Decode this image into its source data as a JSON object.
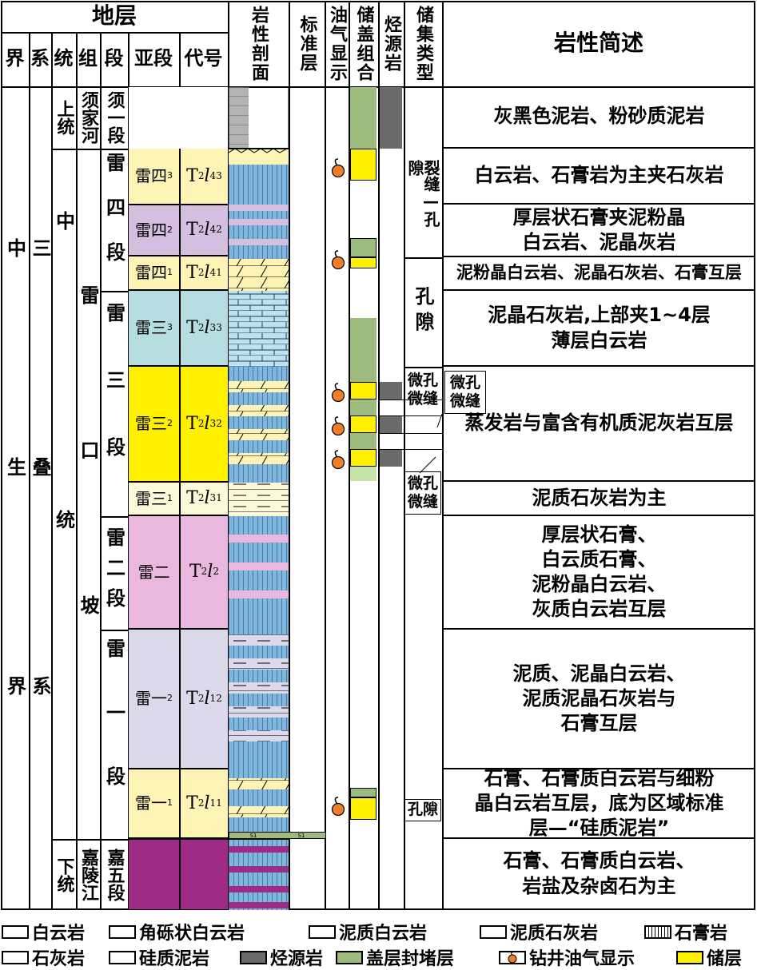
{
  "header": {
    "strata": "地层",
    "cols": [
      "界",
      "系",
      "统",
      "组",
      "段",
      "亚段",
      "代号"
    ],
    "lith_profile": "岩性剖面",
    "marker": "标准层",
    "oil_show": "油气显示",
    "res_cap": "储盖组合",
    "source": "烃源岩",
    "res_type": "储集类型",
    "lith_desc": "岩性简述"
  },
  "era": "中生界",
  "system": "三叠系",
  "series_mid": "中统",
  "series_upper": "上统",
  "series_lower": "下统",
  "formation_lk": "雷口坡",
  "formation_xjh": "须家河",
  "formation_jlj": "嘉陵江",
  "members": {
    "xu1": "须一段",
    "lei4": "雷四段",
    "lei3": "雷三段",
    "lei2": "雷二段",
    "lei1": "雷一段",
    "jia5": "嘉五段"
  },
  "submembers": [
    {
      "name": "雷四",
      "sup": "3",
      "code_sub": "4",
      "code_sup": "3"
    },
    {
      "name": "雷四",
      "sup": "2",
      "code_sub": "4",
      "code_sup": "2"
    },
    {
      "name": "雷四",
      "sup": "1",
      "code_sub": "4",
      "code_sup": "1"
    },
    {
      "name": "雷三",
      "sup": "3",
      "code_sub": "3",
      "code_sup": "3"
    },
    {
      "name": "雷三",
      "sup": "2",
      "code_sub": "3",
      "code_sup": "2"
    },
    {
      "name": "雷三",
      "sup": "1",
      "code_sub": "3",
      "code_sup": "1"
    },
    {
      "name": "雷二",
      "sup": "",
      "code_sub": "2",
      "code_sup": ""
    },
    {
      "name": "雷一",
      "sup": "2",
      "code_sub": "1",
      "code_sup": "2"
    },
    {
      "name": "雷一",
      "sup": "1",
      "code_sub": "1",
      "code_sup": "1"
    }
  ],
  "code_prefix": "T",
  "code_prefix_sub": "2",
  "code_letter": "l",
  "reservoir_types": {
    "fracture_pore": "裂缝—孔隙",
    "pore": "孔隙",
    "micro1": "微孔微缝",
    "micro2": "微孔微缝",
    "micro3": "微孔微缝",
    "pore2": "孔隙"
  },
  "marker_label": "S1",
  "descriptions": [
    "灰黑色泥岩、粉砂质泥岩",
    "白云岩、石膏岩为主夹石灰岩",
    "厚层状石膏夹泥粉晶\n白云岩、泥晶灰岩",
    "泥粉晶白云岩、泥晶石灰岩、石膏互层",
    "泥晶石灰岩,上部夹1~4层\n薄层白云岩",
    "蒸发岩与富含有机质泥灰岩互层",
    "泥质石灰岩为主",
    "厚层状石膏、\n白云质石膏、\n泥粉晶白云岩、\n灰质白云岩互层",
    "泥质、泥晶白云岩、\n泥质泥晶石灰岩与\n石膏互层",
    "石膏、石膏质白云岩与细粉\n晶白云岩互层，底为区域标准\n层—“硅质泥岩”",
    "石膏、石膏质白云岩、\n岩盐及杂卤石为主"
  ],
  "legend": [
    {
      "label": "白云岩",
      "icon": "dolomite-swatch"
    },
    {
      "label": "角砾状白云岩",
      "icon": "breccia-swatch"
    },
    {
      "label": "泥质白云岩",
      "icon": "argillaceous-dolomite-swatch"
    },
    {
      "label": "泥质石灰岩",
      "icon": "argillaceous-limestone-swatch"
    },
    {
      "label": "石膏岩",
      "icon": "gypsum-swatch"
    },
    {
      "label": "石灰岩",
      "icon": "limestone-swatch"
    },
    {
      "label": "硅质泥岩",
      "icon": "siliceous-mudstone-swatch"
    },
    {
      "label": "烃源岩",
      "icon": "source-rock-swatch"
    },
    {
      "label": "盖层封堵层",
      "icon": "cap-rock-swatch"
    },
    {
      "label": "钻井油气显示",
      "icon": "oil-show-icon"
    },
    {
      "label": "储层",
      "icon": "reservoir-swatch"
    }
  ],
  "colors": {
    "lei4_3": "#fdf3b4",
    "lei4_2": "#d4bfe0",
    "lei4_1": "#fdf3b4",
    "lei3_3": "#b6dee0",
    "lei3_2": "#fff000",
    "lei3_1": "#fdf8d8",
    "lei2": "#eab8de",
    "lei1_2": "#dcdaea",
    "lei1_1": "#fdf3b4",
    "jia5": "#9e2b86",
    "cap": "#9ebb7e",
    "source": "#6b6b6b",
    "reservoir": "#fff000",
    "oil": "#f07d2a",
    "gypsum": "#7eb6dd",
    "dolomite": "#fdf3b4"
  }
}
